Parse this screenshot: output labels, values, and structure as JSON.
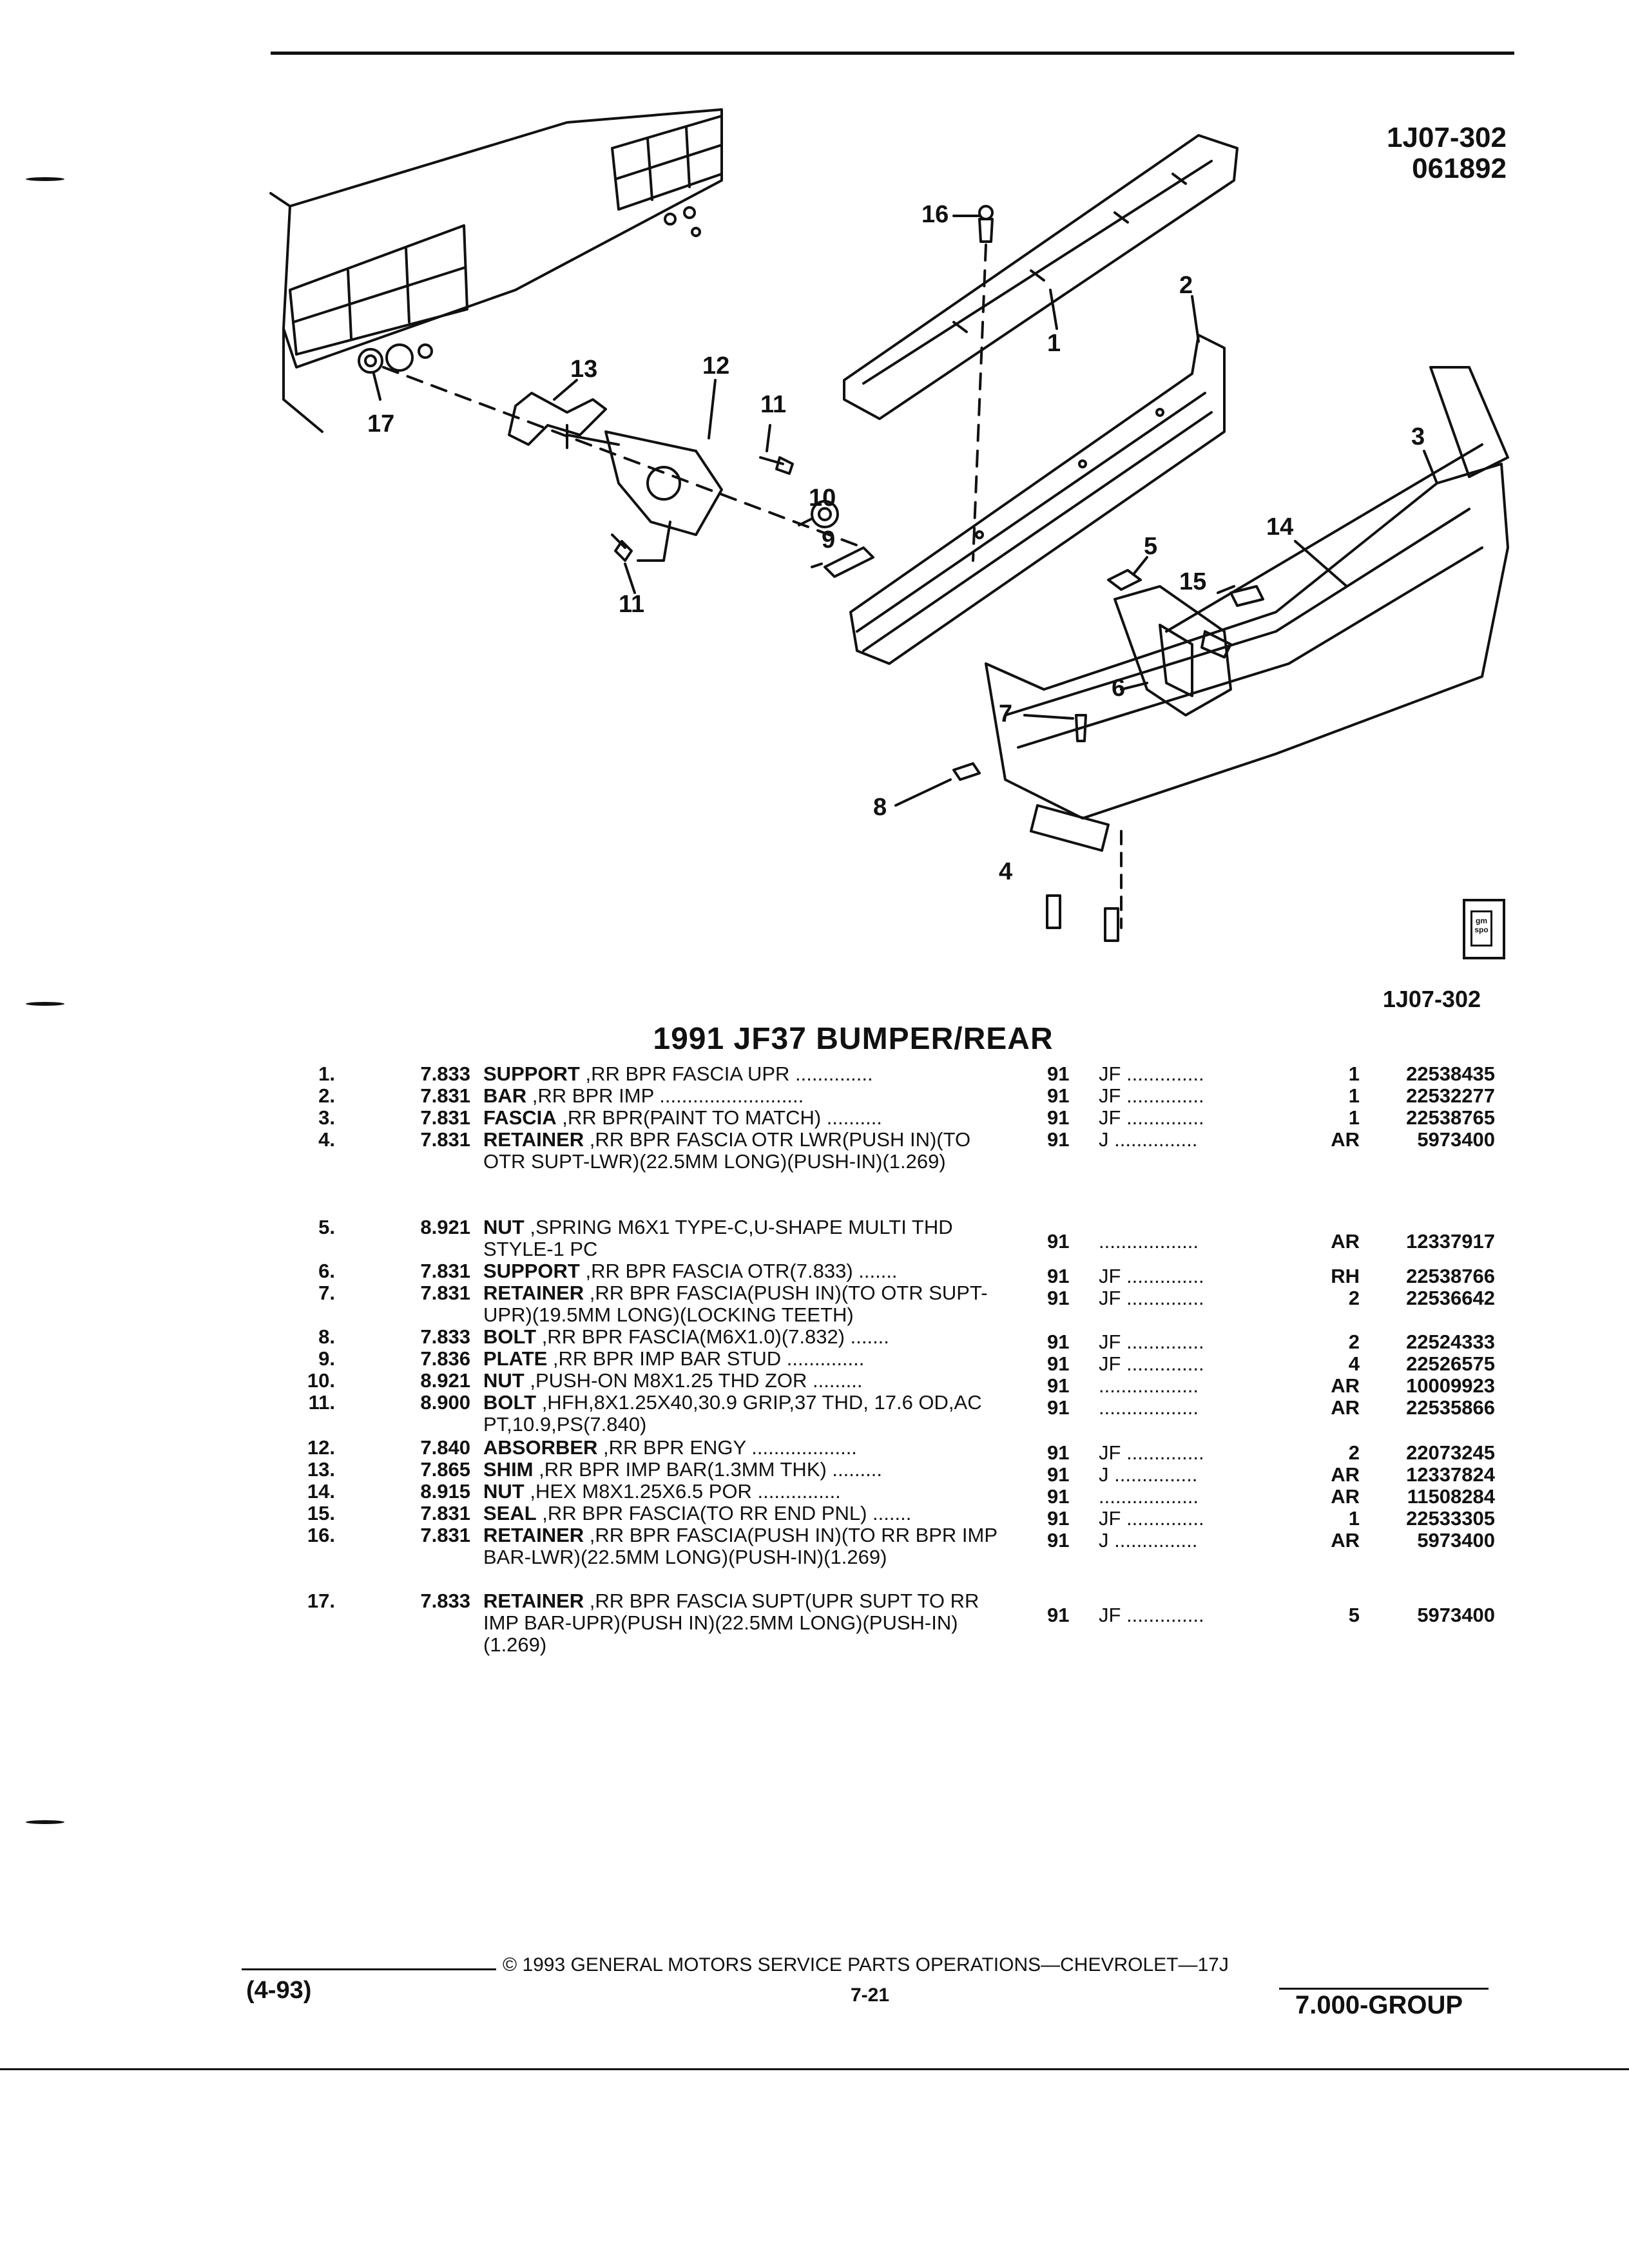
{
  "figure": {
    "code": "1J07-302",
    "date_code": "061892",
    "ref": "1J07-302",
    "logo_text": "gm spo",
    "callouts": [
      "1",
      "2",
      "3",
      "4",
      "5",
      "6",
      "7",
      "8",
      "9",
      "10",
      "11",
      "11",
      "12",
      "13",
      "14",
      "15",
      "16",
      "17"
    ]
  },
  "title": "1991 JF37 BUMPER/REAR",
  "parts": [
    {
      "num": "1.",
      "group": "7.833",
      "name": "SUPPORT",
      "desc": " ,RR BPR FASCIA UPR ..............",
      "year": "91",
      "code": "JF ..............",
      "qty": "1",
      "part_no": "22538435"
    },
    {
      "num": "2.",
      "group": "7.831",
      "name": "BAR",
      "desc": " ,RR BPR IMP ..........................",
      "year": "91",
      "code": "JF ..............",
      "qty": "1",
      "part_no": "22532277"
    },
    {
      "num": "3.",
      "group": "7.831",
      "name": "FASCIA",
      "desc": " ,RR BPR(PAINT TO MATCH) ..........",
      "year": "91",
      "code": "JF ..............",
      "qty": "1",
      "part_no": "22538765"
    },
    {
      "num": "4.",
      "group": "7.831",
      "name": "RETAINER",
      "desc": " ,RR BPR FASCIA OTR LWR(PUSH IN)(TO OTR SUPT-LWR)(22.5MM LONG)(PUSH-IN)(1.269)",
      "year": "91",
      "code": "J ...............",
      "qty": "AR",
      "part_no": "5973400"
    },
    {
      "num": "5.",
      "group": "8.921",
      "name": "NUT",
      "desc": " ,SPRING M6X1 TYPE-C,U-SHAPE MULTI THD STYLE-1 PC",
      "year": "91",
      "code": "..................",
      "qty": "AR",
      "part_no": "12337917"
    },
    {
      "num": "6.",
      "group": "7.831",
      "name": "SUPPORT",
      "desc": " ,RR BPR FASCIA OTR(7.833) .......",
      "year": "91",
      "code": "JF ..............",
      "qty": "RH",
      "part_no": "22538766"
    },
    {
      "num": "7.",
      "group": "7.831",
      "name": "RETAINER",
      "desc": " ,RR BPR FASCIA(PUSH IN)(TO OTR SUPT-UPR)(19.5MM LONG)(LOCKING TEETH)",
      "year": "91",
      "code": "JF ..............",
      "qty": "2",
      "part_no": "22536642"
    },
    {
      "num": "8.",
      "group": "7.833",
      "name": "BOLT",
      "desc": " ,RR BPR FASCIA(M6X1.0)(7.832) .......",
      "year": "91",
      "code": "JF ..............",
      "qty": "2",
      "part_no": "22524333"
    },
    {
      "num": "9.",
      "group": "7.836",
      "name": "PLATE",
      "desc": " ,RR BPR IMP BAR STUD ..............",
      "year": "91",
      "code": "JF ..............",
      "qty": "4",
      "part_no": "22526575"
    },
    {
      "num": "10.",
      "group": "8.921",
      "name": "NUT",
      "desc": " ,PUSH-ON M8X1.25 THD ZOR .........",
      "year": "91",
      "code": "..................",
      "qty": "AR",
      "part_no": "10009923"
    },
    {
      "num": "11.",
      "group": "8.900",
      "name": "BOLT",
      "desc": " ,HFH,8X1.25X40,30.9 GRIP,37 THD, 17.6 OD,AC PT,10.9,PS(7.840)",
      "year": "91",
      "code": "..................",
      "qty": "AR",
      "part_no": "22535866"
    },
    {
      "num": "12.",
      "group": "7.840",
      "name": "ABSORBER",
      "desc": " ,RR BPR ENGY ...................",
      "year": "91",
      "code": "JF ..............",
      "qty": "2",
      "part_no": "22073245"
    },
    {
      "num": "13.",
      "group": "7.865",
      "name": "SHIM",
      "desc": " ,RR BPR IMP BAR(1.3MM THK) .........",
      "year": "91",
      "code": "J ...............",
      "qty": "AR",
      "part_no": "12337824"
    },
    {
      "num": "14.",
      "group": "8.915",
      "name": "NUT",
      "desc": " ,HEX M8X1.25X6.5 POR ...............",
      "year": "91",
      "code": "..................",
      "qty": "AR",
      "part_no": "11508284"
    },
    {
      "num": "15.",
      "group": "7.831",
      "name": "SEAL",
      "desc": " ,RR BPR FASCIA(TO RR END PNL) .......",
      "year": "91",
      "code": "JF ..............",
      "qty": "1",
      "part_no": "22533305"
    },
    {
      "num": "16.",
      "group": "7.831",
      "name": "RETAINER",
      "desc": " ,RR BPR FASCIA(PUSH IN)(TO RR BPR IMP BAR-LWR)(22.5MM LONG)(PUSH-IN)(1.269)",
      "year": "91",
      "code": "J ...............",
      "qty": "AR",
      "part_no": "5973400"
    },
    {
      "num": "17.",
      "group": "7.833",
      "name": "RETAINER",
      "desc": " ,RR BPR FASCIA SUPT(UPR SUPT TO RR IMP BAR-UPR)(PUSH IN)(22.5MM LONG)(PUSH-IN)(1.269)",
      "year": "91",
      "code": "JF ..............",
      "qty": "5",
      "part_no": "5973400"
    }
  ],
  "footer": {
    "copyright": "© 1993 GENERAL MOTORS SERVICE PARTS OPERATIONS—CHEVROLET—17J",
    "page": "7-21",
    "date": "(4-93)",
    "group": "7.000-GROUP"
  }
}
